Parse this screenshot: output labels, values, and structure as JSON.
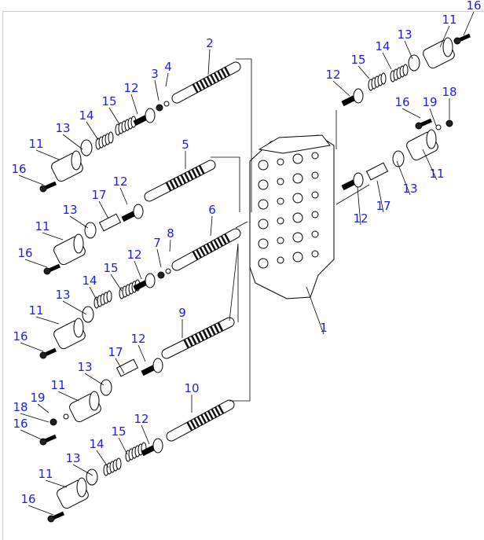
{
  "diagram": {
    "type": "exploded-parts-view",
    "callouts": [
      "16",
      "11",
      "13",
      "14",
      "15",
      "12",
      "16",
      "19",
      "18",
      "11",
      "13",
      "17",
      "12",
      "2",
      "4",
      "3",
      "12",
      "15",
      "14",
      "13",
      "11",
      "16",
      "5",
      "12",
      "17",
      "13",
      "11",
      "16",
      "6",
      "8",
      "7",
      "12",
      "15",
      "14",
      "13",
      "11",
      "16",
      "9",
      "12",
      "17",
      "13",
      "11",
      "19",
      "18",
      "16",
      "10",
      "12",
      "15",
      "14",
      "13",
      "11",
      "16",
      "1"
    ],
    "label_color": "#1a1aff"
  }
}
